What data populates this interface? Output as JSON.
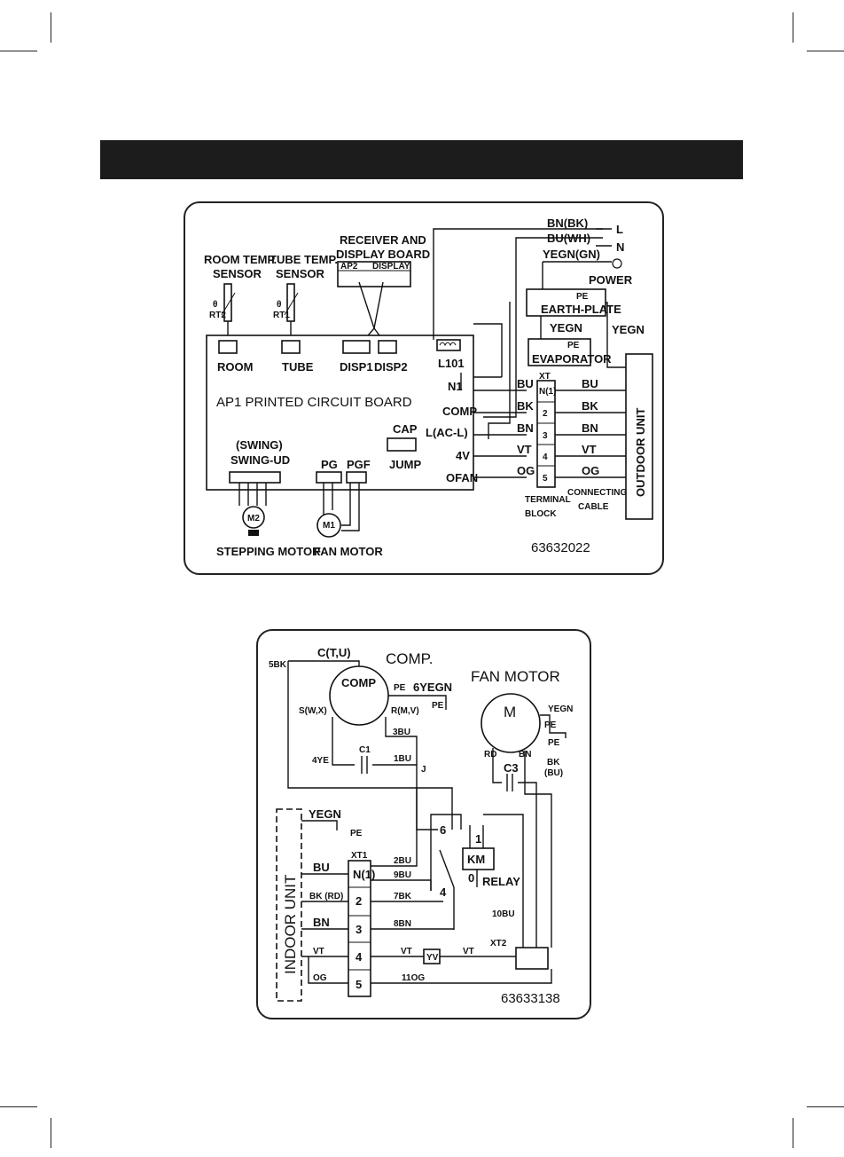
{
  "indoor_diagram": {
    "sensors": {
      "room_label_1": "ROOM TEMP.",
      "room_label_2": "SENSOR",
      "room_ref": "RT2",
      "room_theta": "θ",
      "tube_label_1": "TUBE TEMP.",
      "tube_label_2": "SENSOR",
      "tube_ref": "RT1",
      "tube_theta": "θ"
    },
    "display_board": {
      "label_1": "RECEIVER AND",
      "label_2": "DISPLAY BOARD",
      "ap2": "AP2",
      "display": "DISPLAY"
    },
    "pcb": {
      "title": "AP1  PRINTED  CIRCUIT  BOARD",
      "room": "ROOM",
      "tube": "TUBE",
      "disp1": "DISP1",
      "disp2": "DISP2",
      "l101": "L101",
      "n1": "N1",
      "comp": "COMP",
      "l_ac": "L(AC-L)",
      "v4": "4V",
      "ofan": "OFAN",
      "cap": "CAP",
      "jump": "JUMP",
      "swing": "(SWING)",
      "swing_ud": "SWING-UD",
      "pg": "PG",
      "pgf": "PGF"
    },
    "motors": {
      "m2": "M2",
      "m1": "M1",
      "stepping_motor": "STEPPING  MOTOR",
      "fan_motor": "FAN  MOTOR"
    },
    "power": {
      "bn_bk": "BN(BK)",
      "bu_wh": "BU(WH)",
      "yegn_gn": "YEGN(GN)",
      "l": "L",
      "n": "N",
      "power": "POWER",
      "pe": "PE",
      "earth_plate": "EARTH-PLATE",
      "yegn_1": "YEGN",
      "yegn_2": "YEGN",
      "evaporator": "EVAPORATOR"
    },
    "terminal": {
      "xt": "XT",
      "n1_term": "N(1)",
      "t2": "2",
      "t3": "3",
      "t4": "4",
      "t5": "5",
      "wires_left": [
        "BU",
        "BK",
        "BN",
        "VT",
        "OG"
      ],
      "wires_right": [
        "BU",
        "BK",
        "BN",
        "VT",
        "OG"
      ],
      "terminal_label_1": "TERMINAL",
      "terminal_label_2": "BLOCK",
      "connecting_label_1": "CONNECTING",
      "connecting_label_2": "CABLE",
      "outdoor_unit": "OUTDOOR UNIT"
    },
    "code": "63632022"
  },
  "outdoor_diagram": {
    "comp": {
      "c_tu": "C(T,U)",
      "comp_title": "COMP.",
      "comp": "COMP",
      "pe": "PE",
      "yegn6": "6YEGN",
      "s_wx": "S(W,X)",
      "r_mv": "R(M,V)",
      "pe_ground": "PE",
      "bk5": "5BK",
      "bu3": "3BU",
      "ye4": "4YE",
      "c1": "C1",
      "bu1": "1BU",
      "j": "J"
    },
    "fan_motor": {
      "title": "FAN MOTOR",
      "m": "M",
      "yegn": "YEGN",
      "pe": "PE",
      "pe_ground": "PE",
      "rd": "RD",
      "bn": "BN",
      "bk": "BK",
      "bu": "(BU)",
      "c3": "C3"
    },
    "relay": {
      "km": "KM",
      "relay": "RELAY",
      "p6": "6",
      "p1": "1",
      "p0": "0",
      "p4": "4",
      "bu10": "10BU"
    },
    "terminal": {
      "xt1": "XT1",
      "n1": "N(1)",
      "t2": "2",
      "t3": "3",
      "t4": "4",
      "t5": "5",
      "yegn": "YEGN",
      "pe": "PE",
      "bu": "BU",
      "bk_rd": "BK (RD)",
      "bn": "BN",
      "vt": "VT",
      "og": "OG",
      "bu2": "2BU",
      "bu9": "9BU",
      "bk7": "7BK",
      "bn8": "8BN",
      "vt_a": "VT",
      "vt_b": "VT",
      "og11": "11OG",
      "yv": "YV",
      "xt2": "XT2",
      "indoor_unit": "INDOOR UNIT"
    },
    "code": "63633138"
  }
}
